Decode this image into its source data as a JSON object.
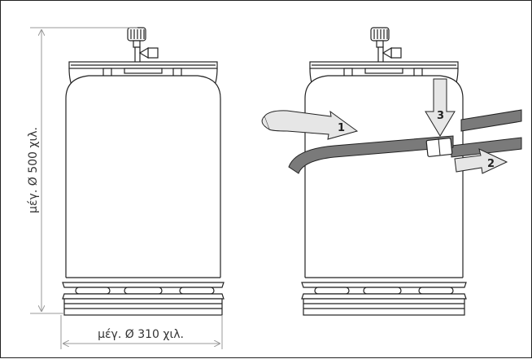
{
  "figure": {
    "height_label": "μέγ. Ø 500 χιλ.",
    "width_label": "μέγ. Ø 310 χιλ.",
    "step_labels": [
      "1",
      "2",
      "3"
    ]
  },
  "colors": {
    "line": "#222222",
    "arrow_fill": "#e6e6e6",
    "strap": "#7a7a7a",
    "dimension": "#999999"
  },
  "icons": [
    "gas-cylinder",
    "valve-knob",
    "strap-buckle",
    "direction-arrow"
  ]
}
